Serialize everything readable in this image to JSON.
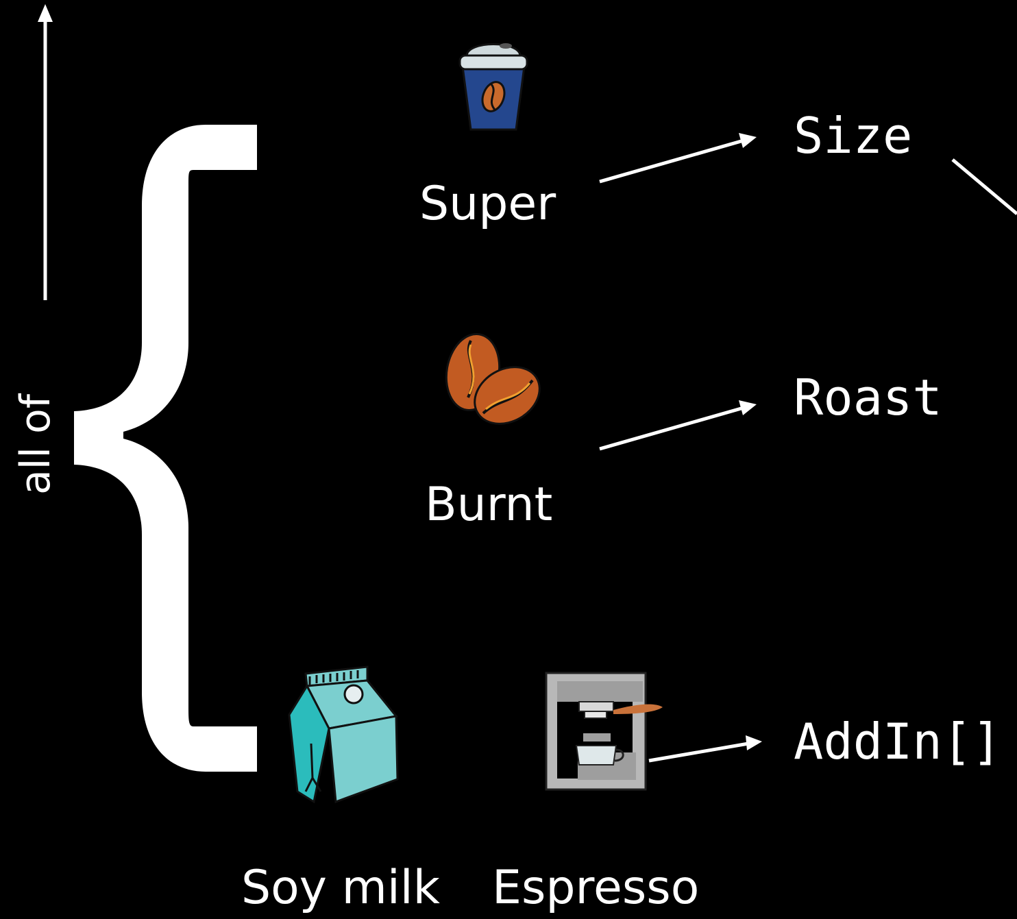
{
  "side_label": "all of",
  "items": {
    "super": "Super",
    "burnt": "Burnt",
    "soy_milk": "Soy milk",
    "espresso": "Espresso"
  },
  "types": {
    "size": "Size",
    "roast": "Roast",
    "addin": "AddIn[]"
  },
  "icons": [
    "coffee-cup-icon",
    "coffee-beans-icon",
    "milk-carton-icon",
    "espresso-machine-icon"
  ]
}
